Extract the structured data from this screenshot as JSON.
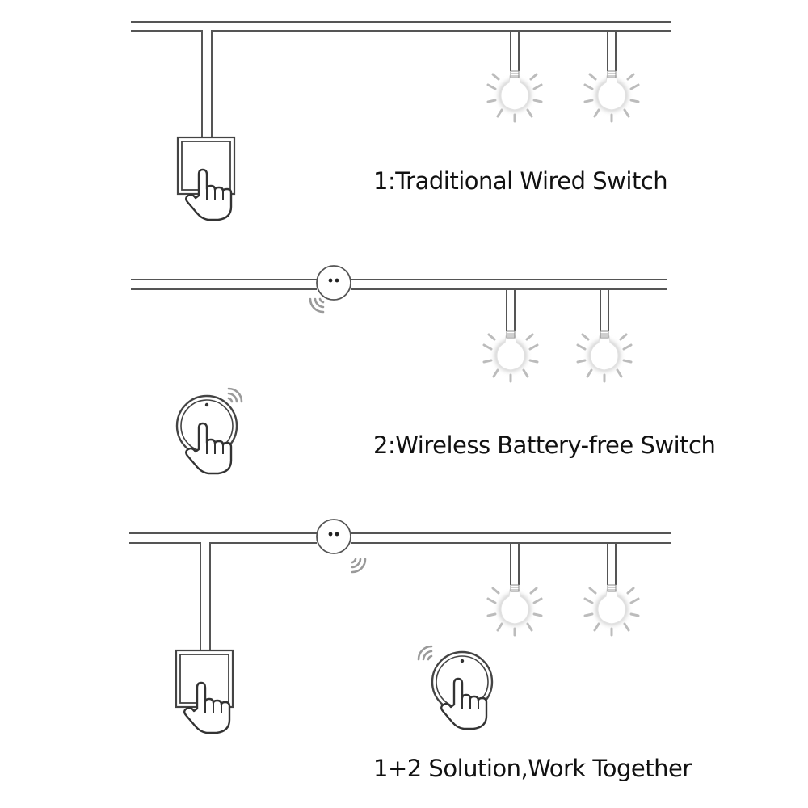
{
  "panels": [
    {
      "caption": "1:Traditional Wired Switch"
    },
    {
      "caption": "2:Wireless Battery-free Switch"
    },
    {
      "caption": "1+2 Solution,Work Together"
    }
  ],
  "colors": {
    "wire": "#555555",
    "outline": "#444444",
    "rays": "#b5b5b5",
    "bulb_glow": "#d0d0d0",
    "signal_waves": "#9a9a9a",
    "text": "#111111"
  },
  "icons": [
    "light-bulb-icon",
    "wall-switch-icon",
    "wireless-button-icon",
    "pointing-hand-icon",
    "wireless-receiver-icon",
    "signal-waves-icon"
  ]
}
